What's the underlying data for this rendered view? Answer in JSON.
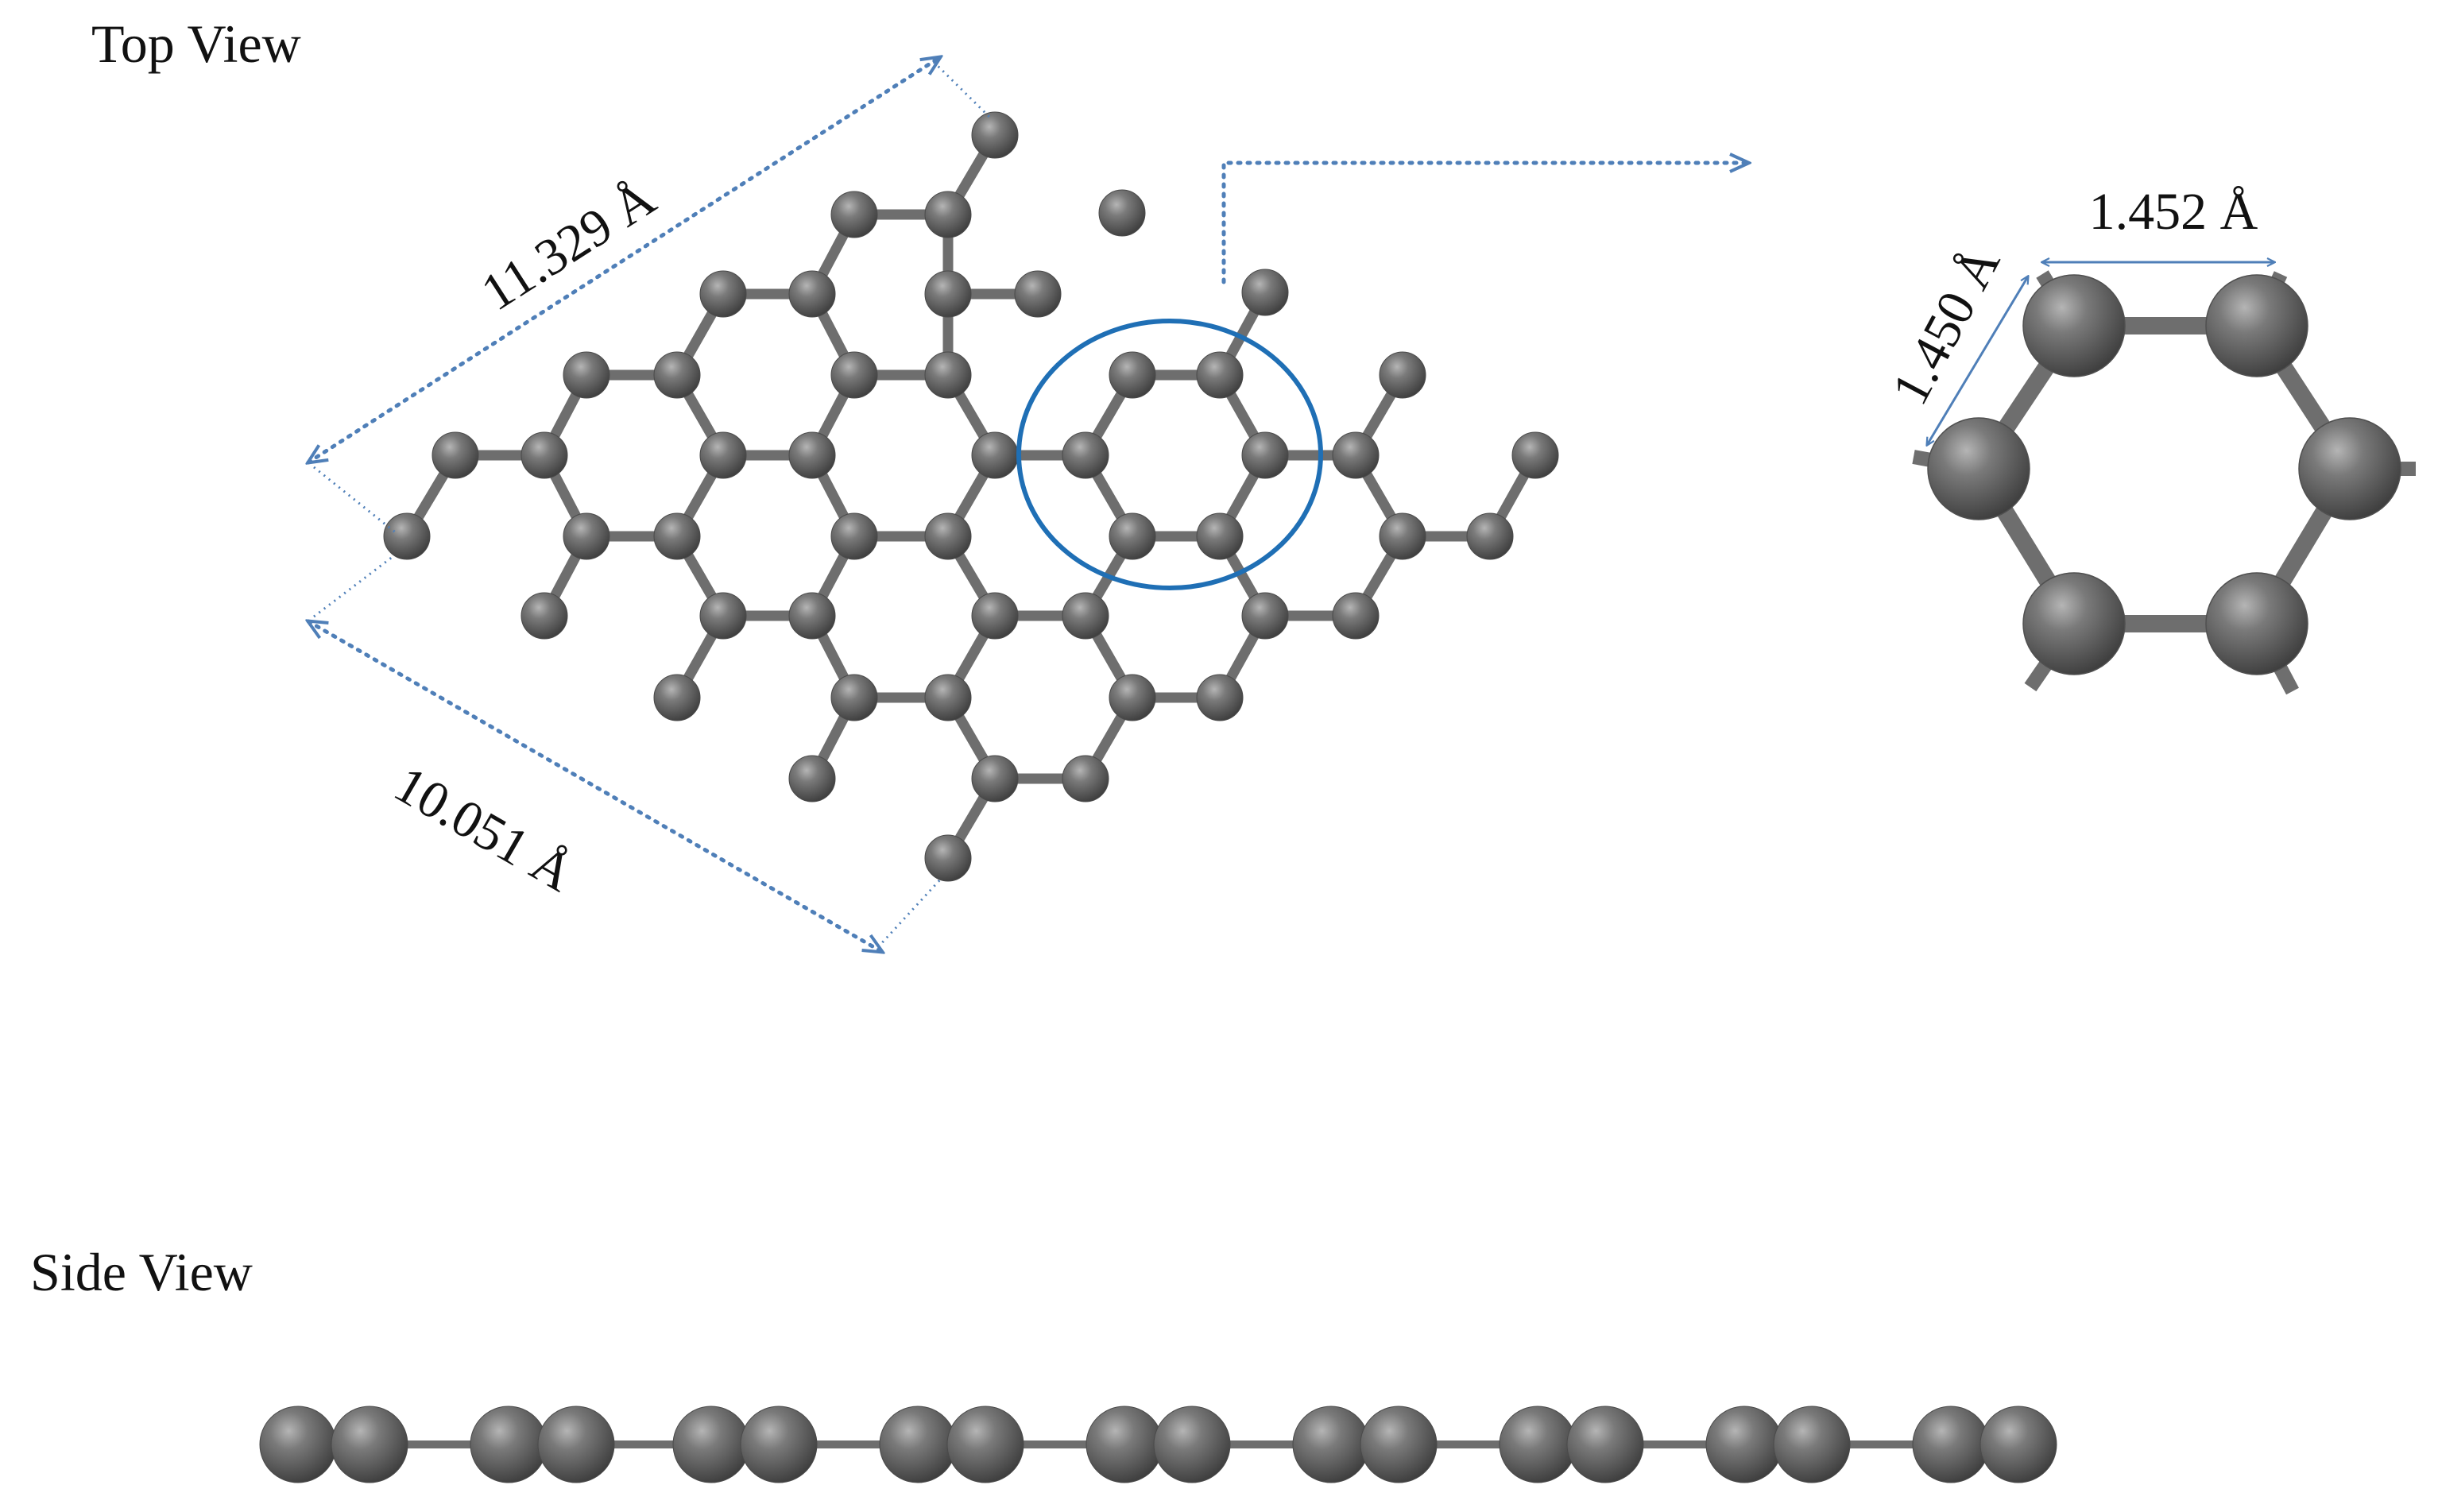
{
  "labels": {
    "top_view": "Top View",
    "side_view": "Side View"
  },
  "dimensions": {
    "upper_edge": "11.329 Å",
    "lower_edge": "10.051 Å",
    "bond_horizontal": "1.452 Å",
    "bond_diagonal": "1.450 Å"
  },
  "colors": {
    "background": "#ffffff",
    "atom": "#6b6b6b",
    "bond": "#6e6e6e",
    "dimension_line": "#4f7fb8",
    "highlight_circle": "#1f6fb5",
    "text": "#111111"
  }
}
